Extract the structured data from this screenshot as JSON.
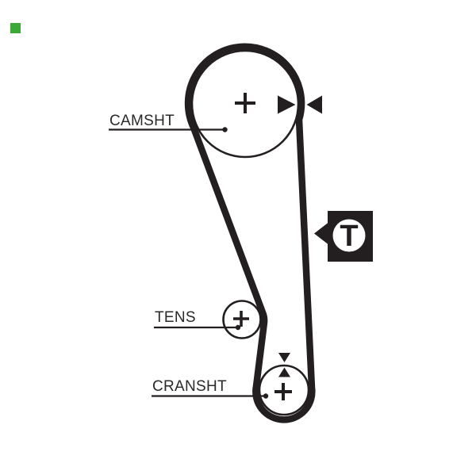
{
  "colors": {
    "ink": "#231f20",
    "label_text": "#2b2a29",
    "background": "#ffffff",
    "brand_green": "#3aa935"
  },
  "diagram": {
    "type": "timing-belt-routing",
    "pulleys": [
      {
        "id": "camshaft",
        "label": "CAMSHT",
        "center_mark": "+"
      },
      {
        "id": "tensioner",
        "label": "TENS",
        "center_mark": "+"
      },
      {
        "id": "crankshaft",
        "label": "CRANSHT",
        "center_mark": "+"
      }
    ],
    "badge": {
      "letter": "T"
    }
  }
}
